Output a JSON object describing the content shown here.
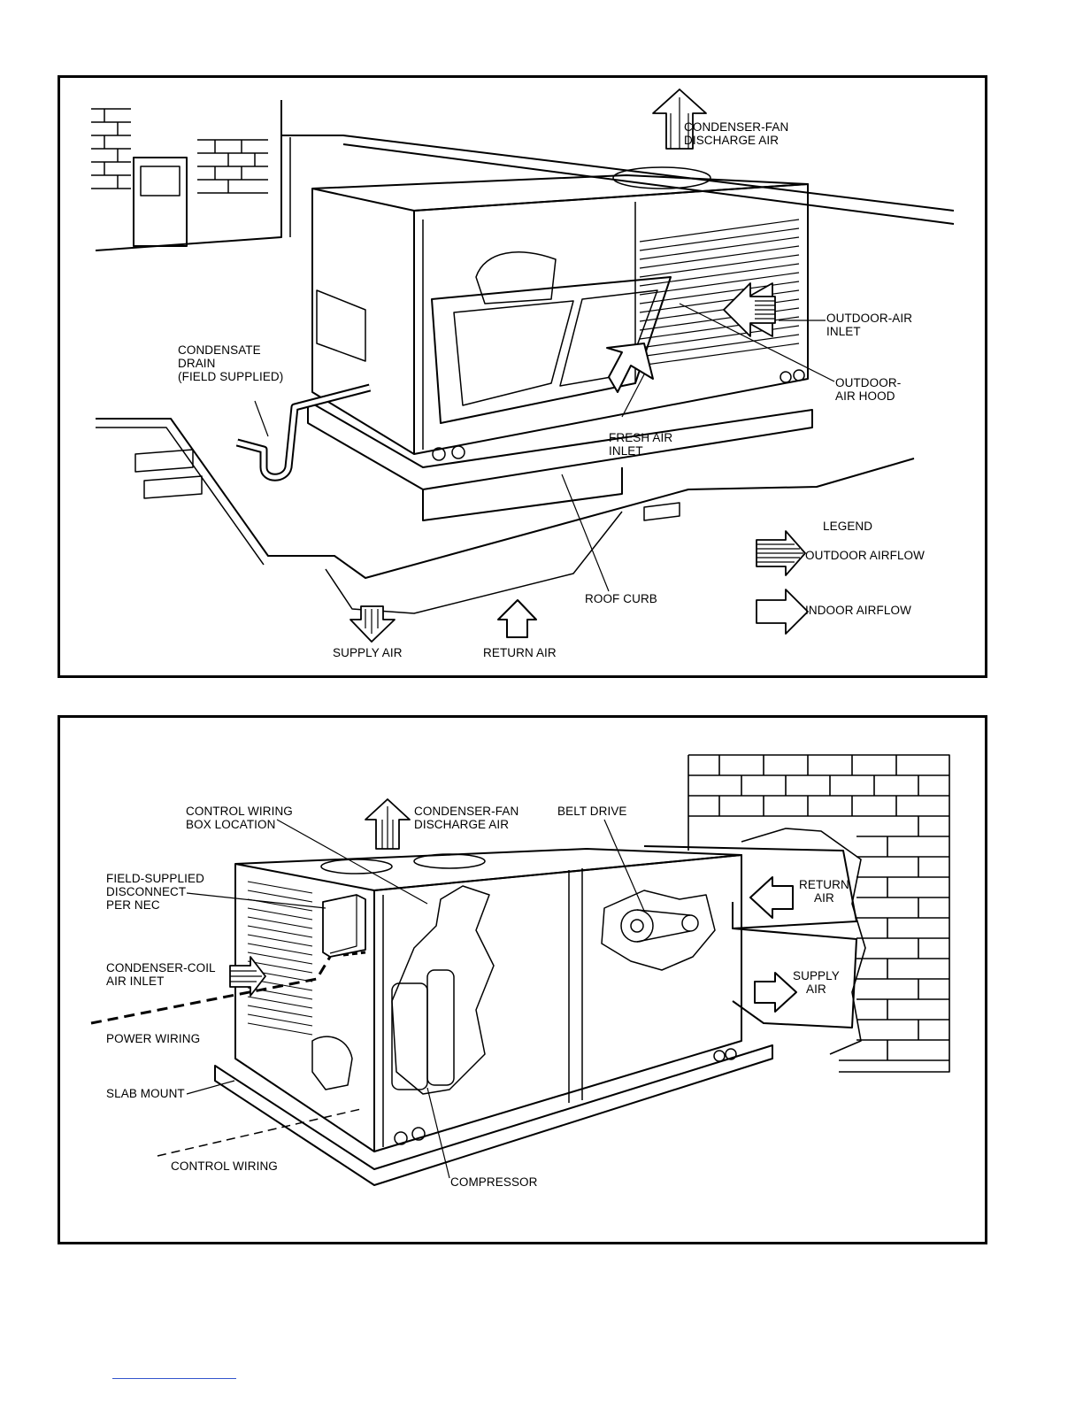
{
  "figure_top": {
    "labels": {
      "condenser_fan_discharge": "CONDENSER-FAN\nDISCHARGE AIR",
      "outdoor_air_inlet": "OUTDOOR-AIR\nINLET",
      "outdoor_air_hood": "OUTDOOR-\nAIR HOOD",
      "condensate_drain": "CONDENSATE\nDRAIN\n(FIELD SUPPLIED)",
      "fresh_air_inlet": "FRESH AIR\nINLET",
      "legend_title": "LEGEND",
      "legend_outdoor": "OUTDOOR AIRFLOW",
      "legend_indoor": "INDOOR AIRFLOW",
      "roof_curb": "ROOF CURB",
      "supply_air": "SUPPLY AIR",
      "return_air": "RETURN AIR"
    }
  },
  "figure_bottom": {
    "labels": {
      "control_wiring_box": "CONTROL WIRING\nBOX LOCATION",
      "condenser_fan_discharge": "CONDENSER-FAN\nDISCHARGE AIR",
      "belt_drive": "BELT DRIVE",
      "field_disconnect": "FIELD-SUPPLIED\nDISCONNECT\nPER NEC",
      "return_air": "RETURN\nAIR",
      "condenser_coil_inlet": "CONDENSER-COIL\nAIR INLET",
      "supply_air": "SUPPLY\nAIR",
      "power_wiring": "POWER WIRING",
      "slab_mount": "SLAB MOUNT",
      "control_wiring": "CONTROL WIRING",
      "compressor": "COMPRESSOR"
    }
  }
}
